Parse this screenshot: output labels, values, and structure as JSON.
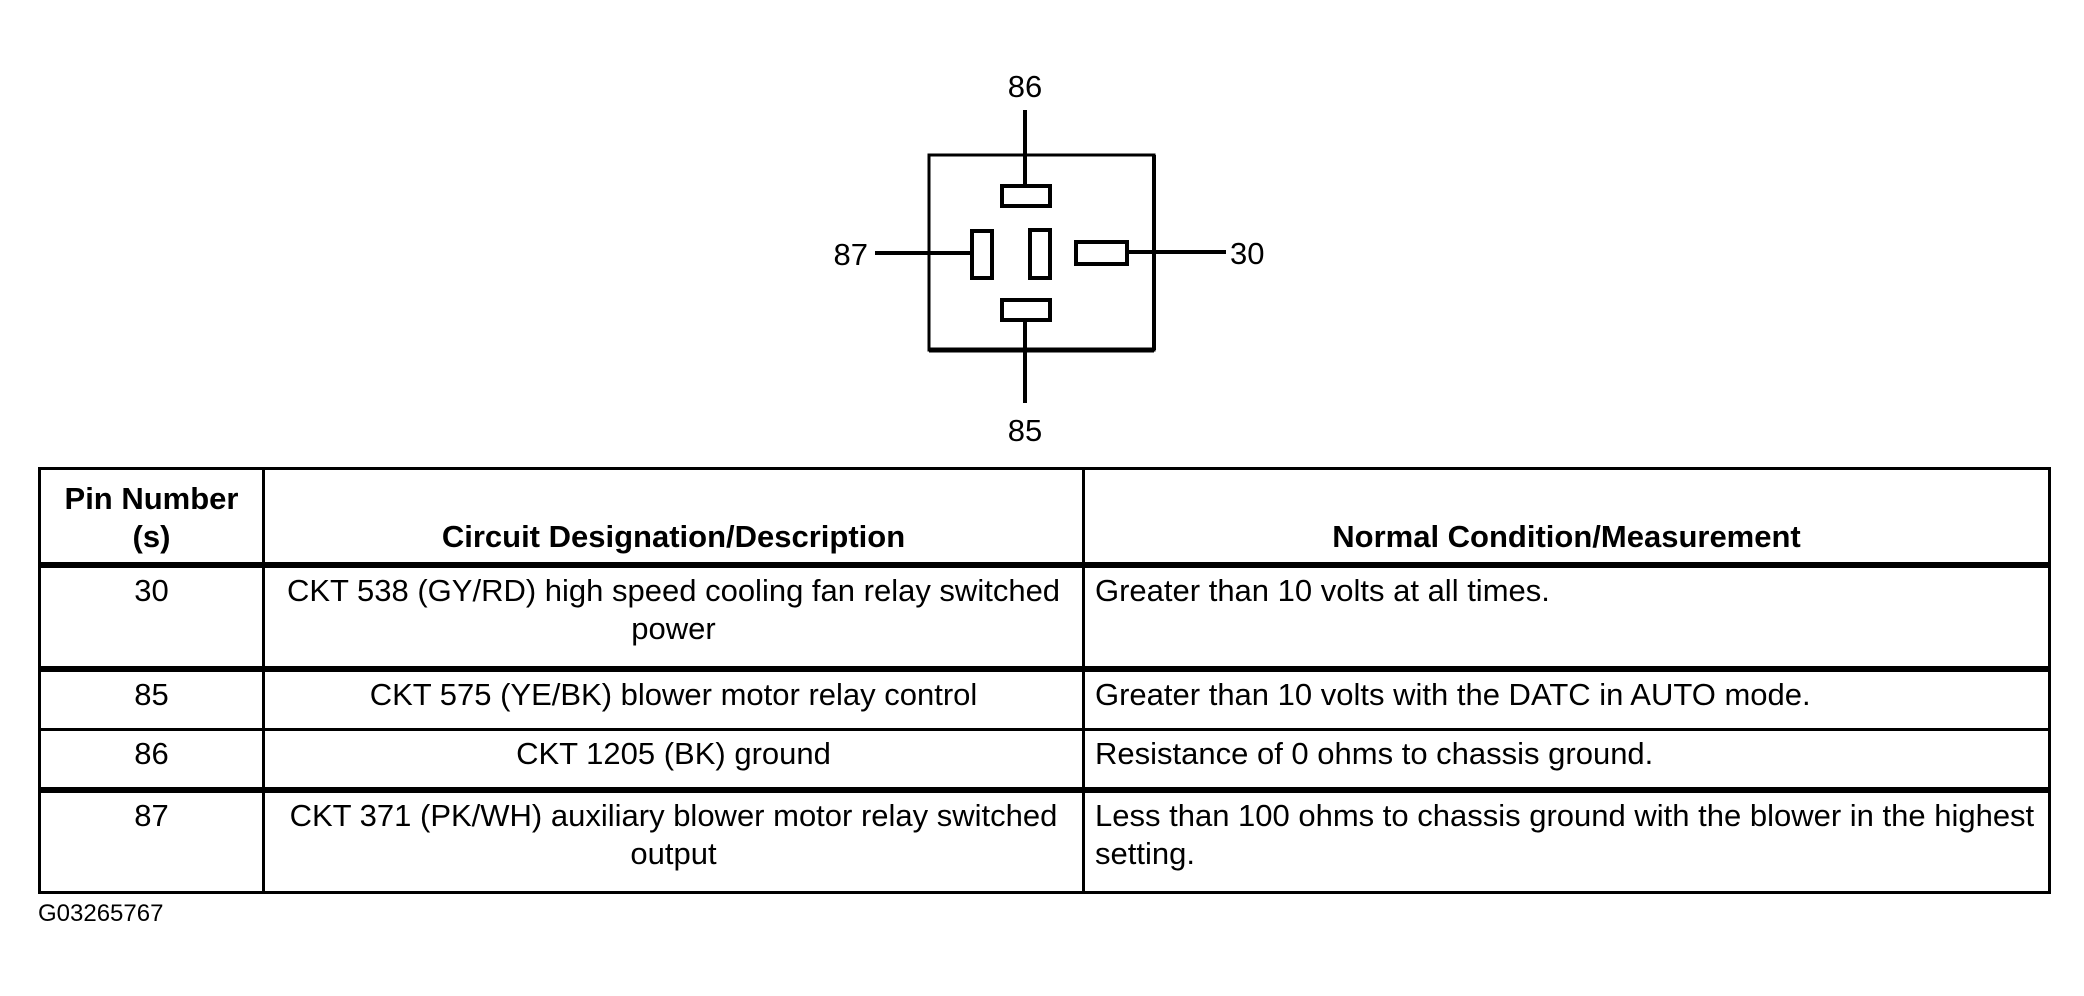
{
  "diagram": {
    "pin_labels": {
      "top": "86",
      "left": "87",
      "right": "30",
      "bottom": "85"
    }
  },
  "table": {
    "headers": {
      "pin": "Pin Number (s)",
      "description": "Circuit Designation/Description",
      "condition": "Normal Condition/Measurement"
    },
    "rows": [
      {
        "pin": "30",
        "description": "CKT 538 (GY/RD) high speed cooling fan relay switched power",
        "condition": "Greater than 10 volts at all times."
      },
      {
        "pin": "85",
        "description": "CKT 575 (YE/BK) blower motor relay control",
        "condition": "Greater than 10 volts with the DATC in AUTO mode."
      },
      {
        "pin": "86",
        "description": "CKT 1205 (BK) ground",
        "condition": "Resistance of 0 ohms to chassis ground."
      },
      {
        "pin": "87",
        "description": "CKT 371 (PK/WH) auxiliary blower motor relay switched output",
        "condition": "Less than 100 ohms to chassis ground with the blower in the highest setting."
      }
    ]
  },
  "figure_id": "G03265767"
}
